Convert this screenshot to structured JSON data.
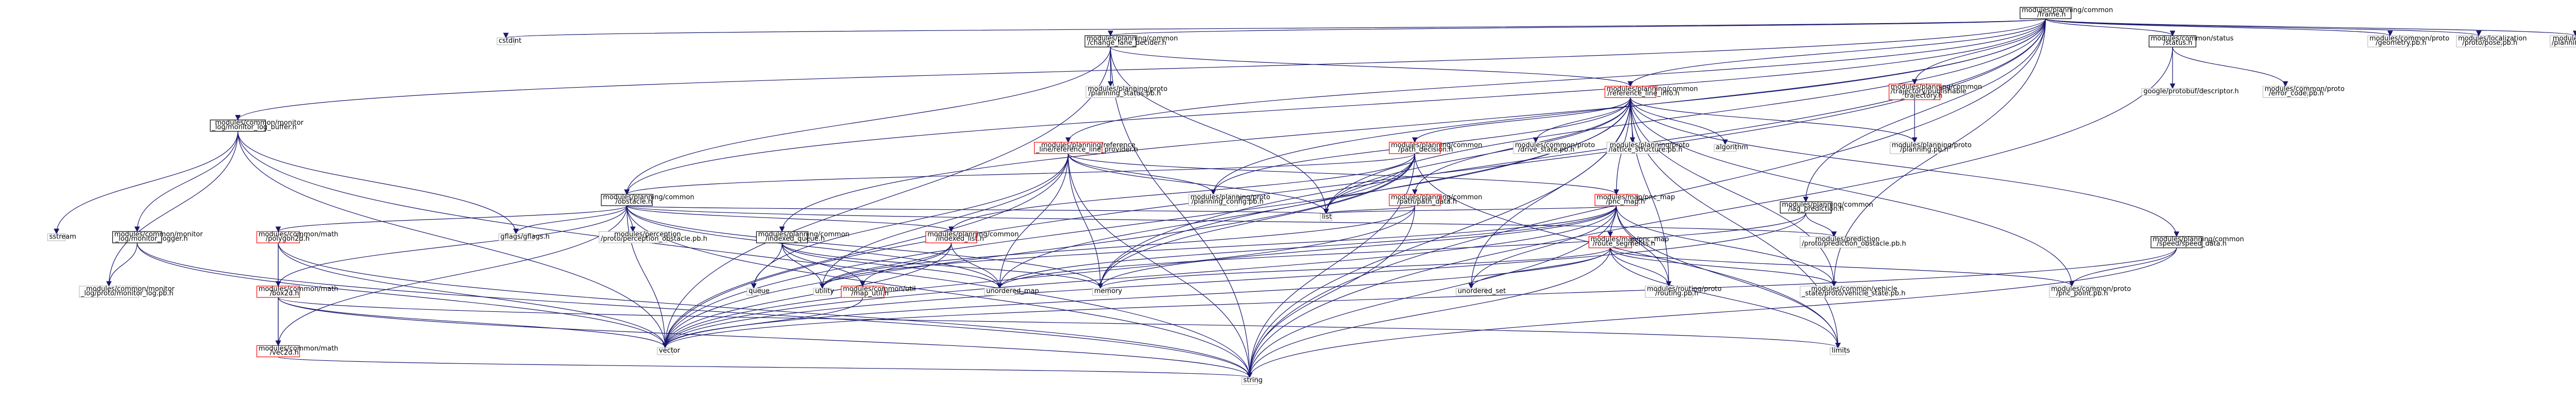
{
  "colors": {
    "edge": "#191970",
    "border_default": "#bfbfbf",
    "border_linked": "#000000",
    "border_incomplete": "#ff0000",
    "root_fill": "#bfbfbf"
  },
  "nodes": [
    {
      "id": "root",
      "lines": [
        "modules/planning/common",
        "/frame.h"
      ],
      "style": "root"
    },
    {
      "id": "cstdint",
      "lines": [
        "cstdint"
      ],
      "style": "plain"
    },
    {
      "id": "log_buffer",
      "lines": [
        "modules/common/monitor",
        "_log/monitor_log_buffer.h"
      ],
      "style": "linked"
    },
    {
      "id": "change_lane",
      "lines": [
        "modules/planning/common",
        "/change_lane_decider.h"
      ],
      "style": "linked"
    },
    {
      "id": "ref_line_info",
      "lines": [
        "modules/planning/common",
        "/reference_line_info.h"
      ],
      "style": "incomplete"
    },
    {
      "id": "pub_traj",
      "lines": [
        "modules/planning/common",
        "/trajectory/publishable",
        "_trajectory.h"
      ],
      "style": "incomplete"
    },
    {
      "id": "status",
      "lines": [
        "modules/common/status",
        "/status.h"
      ],
      "style": "linked"
    },
    {
      "id": "geometry_pb",
      "lines": [
        "modules/common/proto",
        "/geometry.pb.h"
      ],
      "style": "plain"
    },
    {
      "id": "pose_pb",
      "lines": [
        "modules/localization",
        "/proto/pose.pb.h"
      ],
      "style": "plain"
    },
    {
      "id": "planning_internal_pb",
      "lines": [
        "modules/planning/proto",
        "/planning_internal.pb.h"
      ],
      "style": "plain"
    },
    {
      "id": "planning_status_pb",
      "lines": [
        "modules/planning/proto",
        "/planning_status.pb.h"
      ],
      "style": "plain"
    },
    {
      "id": "descriptor",
      "lines": [
        "google/protobuf/descriptor.h"
      ],
      "style": "plain"
    },
    {
      "id": "error_code_pb",
      "lines": [
        "modules/common/proto",
        "/error_code.pb.h"
      ],
      "style": "plain"
    },
    {
      "id": "ref_line_provider",
      "lines": [
        "modules/planning/reference",
        "_line/reference_line_provider.h"
      ],
      "style": "incomplete"
    },
    {
      "id": "path_decision",
      "lines": [
        "modules/planning/common",
        "/path_decision.h"
      ],
      "style": "incomplete"
    },
    {
      "id": "drive_state_pb",
      "lines": [
        "modules/common/proto",
        "/drive_state.pb.h"
      ],
      "style": "plain"
    },
    {
      "id": "lattice_pb",
      "lines": [
        "modules/planning/proto",
        "/lattice_structure.pb.h"
      ],
      "style": "plain"
    },
    {
      "id": "algorithm",
      "lines": [
        "algorithm"
      ],
      "style": "plain"
    },
    {
      "id": "planning_pb",
      "lines": [
        "modules/planning/proto",
        "/planning.pb.h"
      ],
      "style": "plain"
    },
    {
      "id": "obstacle",
      "lines": [
        "modules/planning/common",
        "/obstacle.h"
      ],
      "style": "linked"
    },
    {
      "id": "path_data",
      "lines": [
        "modules/planning/common",
        "/path/path_data.h"
      ],
      "style": "incomplete"
    },
    {
      "id": "pnc_map",
      "lines": [
        "modules/map/pnc_map",
        "/pnc_map.h"
      ],
      "style": "incomplete"
    },
    {
      "id": "planning_config_pb",
      "lines": [
        "modules/planning/proto",
        "/planning_config.pb.h"
      ],
      "style": "plain"
    },
    {
      "id": "fcn_list",
      "lines": [
        "list"
      ],
      "style": "plain"
    },
    {
      "id": "lag_prediction",
      "lines": [
        "modules/planning/common",
        "/lag_prediction.h"
      ],
      "style": "linked"
    },
    {
      "id": "sstream",
      "lines": [
        "sstream"
      ],
      "style": "plain"
    },
    {
      "id": "monitor_logger",
      "lines": [
        "modules/common/monitor",
        "_log/monitor_logger.h"
      ],
      "style": "linked"
    },
    {
      "id": "polygon2d",
      "lines": [
        "modules/common/math",
        "/polygon2d.h"
      ],
      "style": "incomplete"
    },
    {
      "id": "gflags",
      "lines": [
        "gflags/gflags.h"
      ],
      "style": "plain"
    },
    {
      "id": "perception_obstacle_pb",
      "lines": [
        "modules/perception",
        "/proto/perception_obstacle.pb.h"
      ],
      "style": "plain"
    },
    {
      "id": "indexed_queue",
      "lines": [
        "modules/planning/common",
        "/indexed_queue.h"
      ],
      "style": "linked"
    },
    {
      "id": "indexed_list",
      "lines": [
        "modules/planning/common",
        "/indexed_list.h"
      ],
      "style": "incomplete"
    },
    {
      "id": "route_segments",
      "lines": [
        "modules/map/pnc_map",
        "/route_segments.h"
      ],
      "style": "incomplete"
    },
    {
      "id": "prediction_obstacle_pb",
      "lines": [
        "modules/prediction",
        "/proto/prediction_obstacle.pb.h"
      ],
      "style": "plain"
    },
    {
      "id": "speed_data",
      "lines": [
        "modules/planning/common",
        "/speed/speed_data.h"
      ],
      "style": "linked"
    },
    {
      "id": "monitor_log_pb",
      "lines": [
        "modules/common/monitor",
        "_log/proto/monitor_log.pb.h"
      ],
      "style": "plain"
    },
    {
      "id": "box2d",
      "lines": [
        "modules/common/math",
        "/box2d.h"
      ],
      "style": "incomplete"
    },
    {
      "id": "queue",
      "lines": [
        "queue"
      ],
      "style": "plain"
    },
    {
      "id": "utility",
      "lines": [
        "utility"
      ],
      "style": "plain"
    },
    {
      "id": "unordered_map",
      "lines": [
        "unordered_map"
      ],
      "style": "plain"
    },
    {
      "id": "map_util",
      "lines": [
        "modules/common/util",
        "/map_util.h"
      ],
      "style": "incomplete"
    },
    {
      "id": "memory",
      "lines": [
        "memory"
      ],
      "style": "plain"
    },
    {
      "id": "unordered_set",
      "lines": [
        "unordered_set"
      ],
      "style": "plain"
    },
    {
      "id": "routing_pb",
      "lines": [
        "modules/routing/proto",
        "/routing.pb.h"
      ],
      "style": "plain"
    },
    {
      "id": "vehicle_state_pb",
      "lines": [
        "modules/common/vehicle",
        "_state/proto/vehicle_state.pb.h"
      ],
      "style": "plain"
    },
    {
      "id": "pnc_point_pb",
      "lines": [
        "modules/common/proto",
        "/pnc_point.pb.h"
      ],
      "style": "plain"
    },
    {
      "id": "vec2d",
      "lines": [
        "modules/common/math",
        "/vec2d.h"
      ],
      "style": "incomplete"
    },
    {
      "id": "vector",
      "lines": [
        "vector"
      ],
      "style": "plain"
    },
    {
      "id": "limits",
      "lines": [
        "limits"
      ],
      "style": "plain"
    },
    {
      "id": "string",
      "lines": [
        "string"
      ],
      "style": "plain"
    }
  ]
}
